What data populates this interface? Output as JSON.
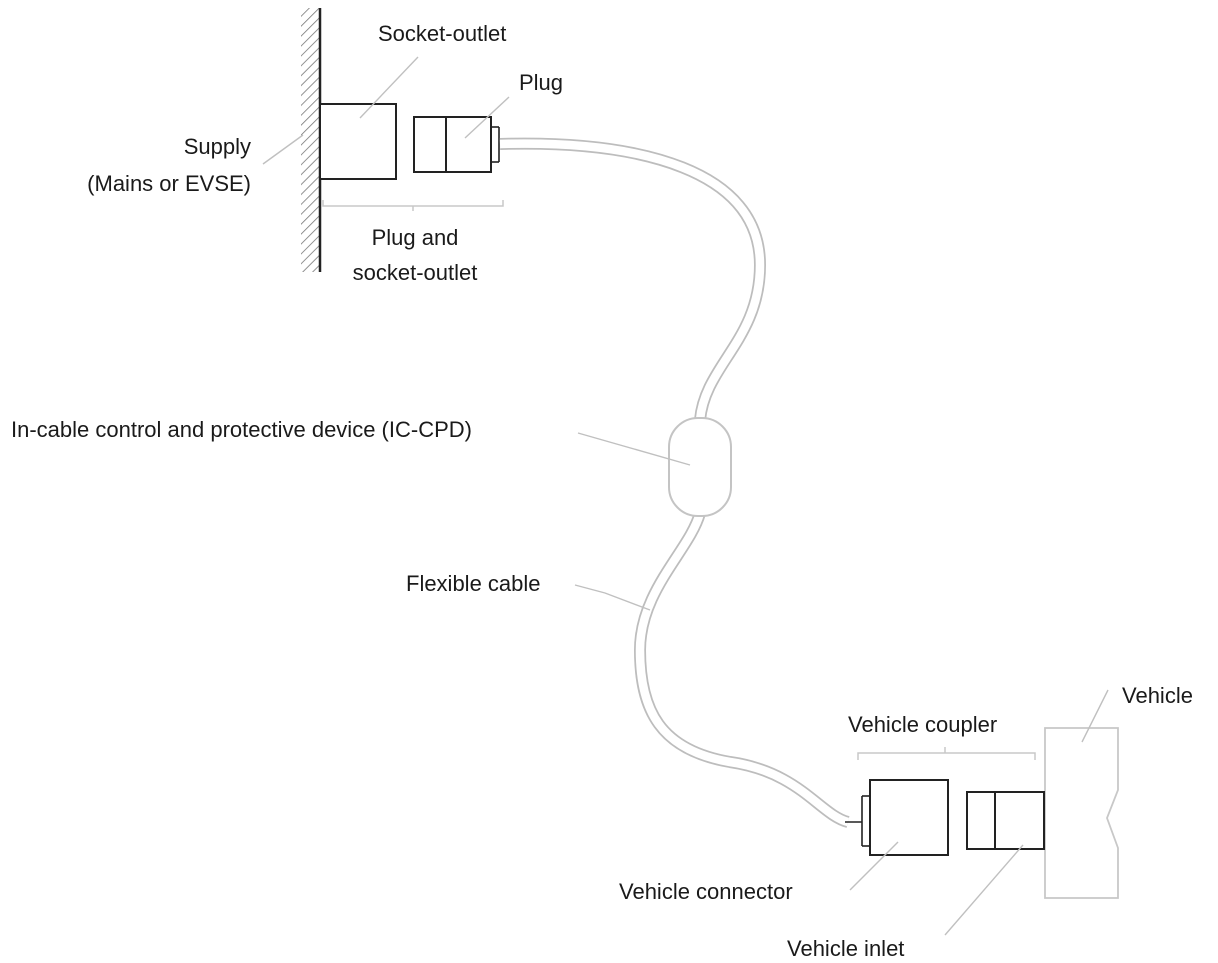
{
  "labels": {
    "socket_outlet": "Socket-outlet",
    "plug": "Plug",
    "supply_line1": "Supply",
    "supply_line2": "(Mains or EVSE)",
    "plug_and_socket_line1": "Plug and",
    "plug_and_socket_line2": "socket-outlet",
    "ic_cpd": "In-cable control and protective device (IC-CPD)",
    "flexible_cable": "Flexible cable",
    "vehicle": "Vehicle",
    "vehicle_coupler": "Vehicle coupler",
    "vehicle_connector": "Vehicle connector",
    "vehicle_inlet": "Vehicle inlet"
  }
}
